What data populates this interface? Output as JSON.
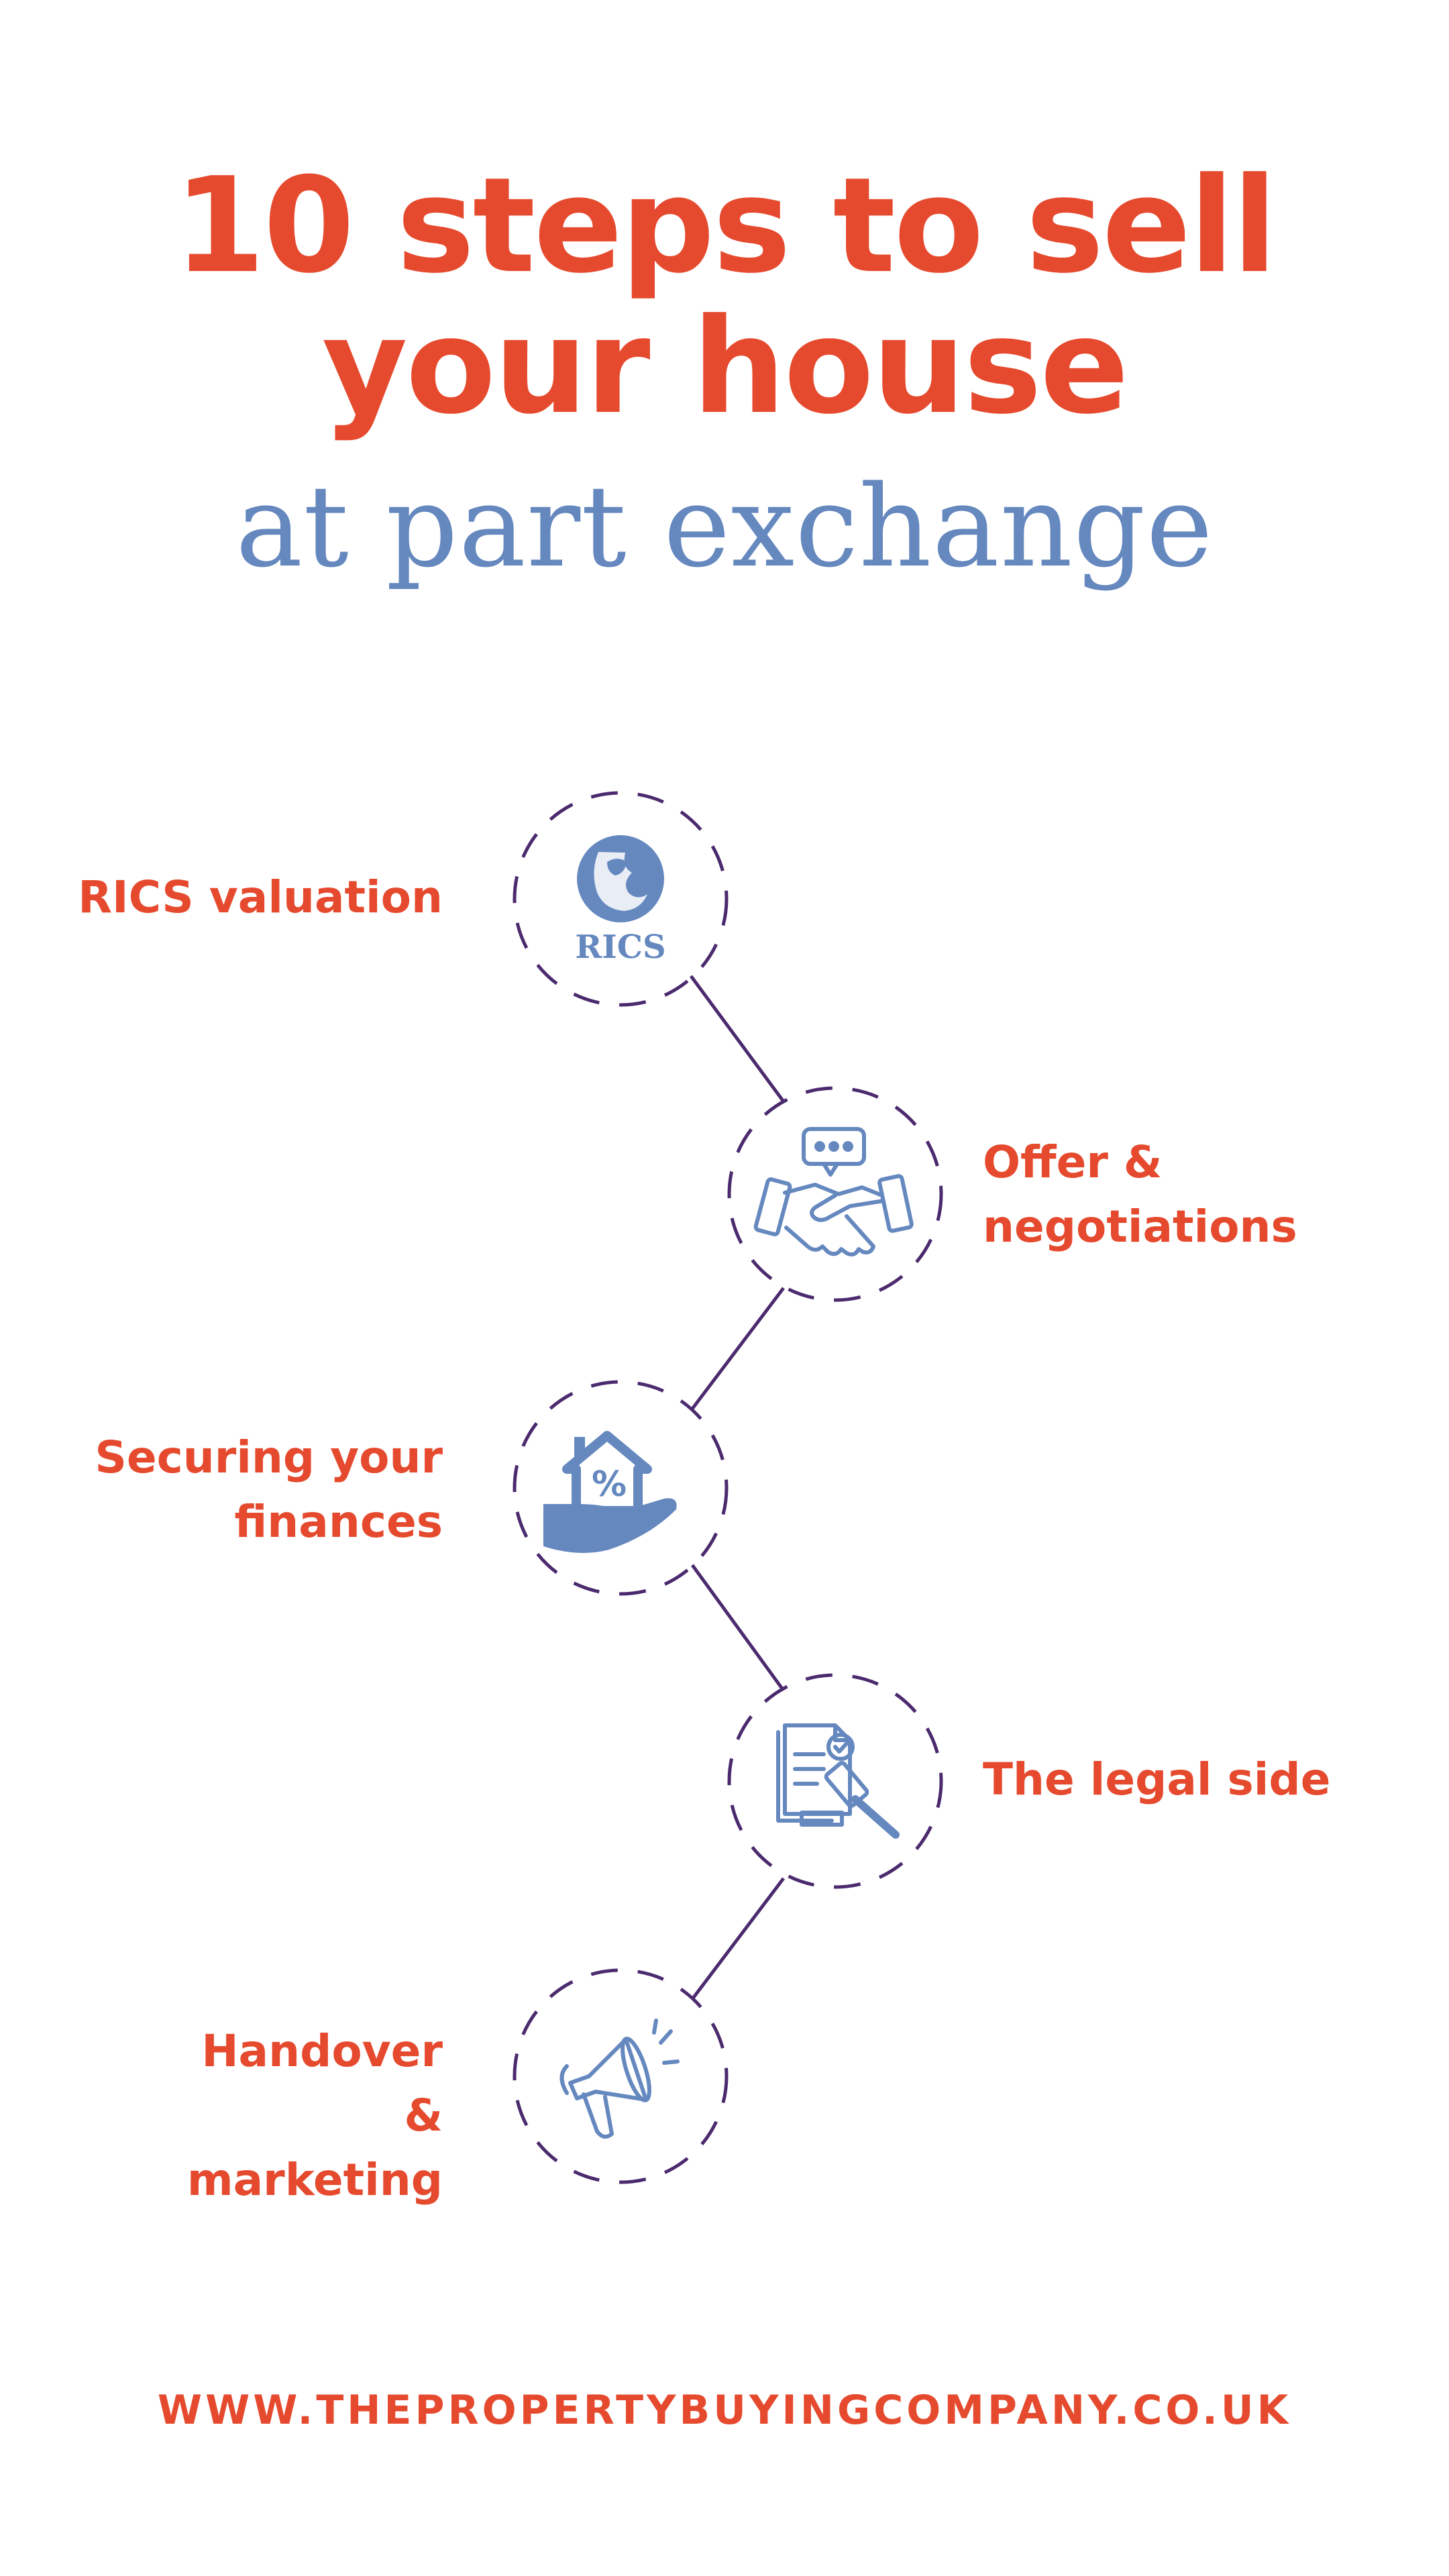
{
  "header": {
    "title_line1": "10 steps to sell",
    "title_line2": "your house",
    "subtitle": "at part exchange"
  },
  "steps": [
    {
      "label": "RICS valuation",
      "icon": "rics-logo-icon",
      "logo_text": "RICS"
    },
    {
      "label": "Offer & negotiations",
      "icon": "handshake-chat-icon"
    },
    {
      "label": "Securing your finances",
      "icon": "house-percent-hand-icon"
    },
    {
      "label": "The legal side",
      "icon": "document-gavel-icon"
    },
    {
      "label": "Handover & marketing",
      "icon": "megaphone-icon"
    }
  ],
  "footer": {
    "url": "WWW.THEPROPERTYBUYINGCOMPANY.CO.UK"
  },
  "colors": {
    "accent": "#e64a2e",
    "icon": "#6588bf",
    "connector": "#4b2a6e"
  }
}
